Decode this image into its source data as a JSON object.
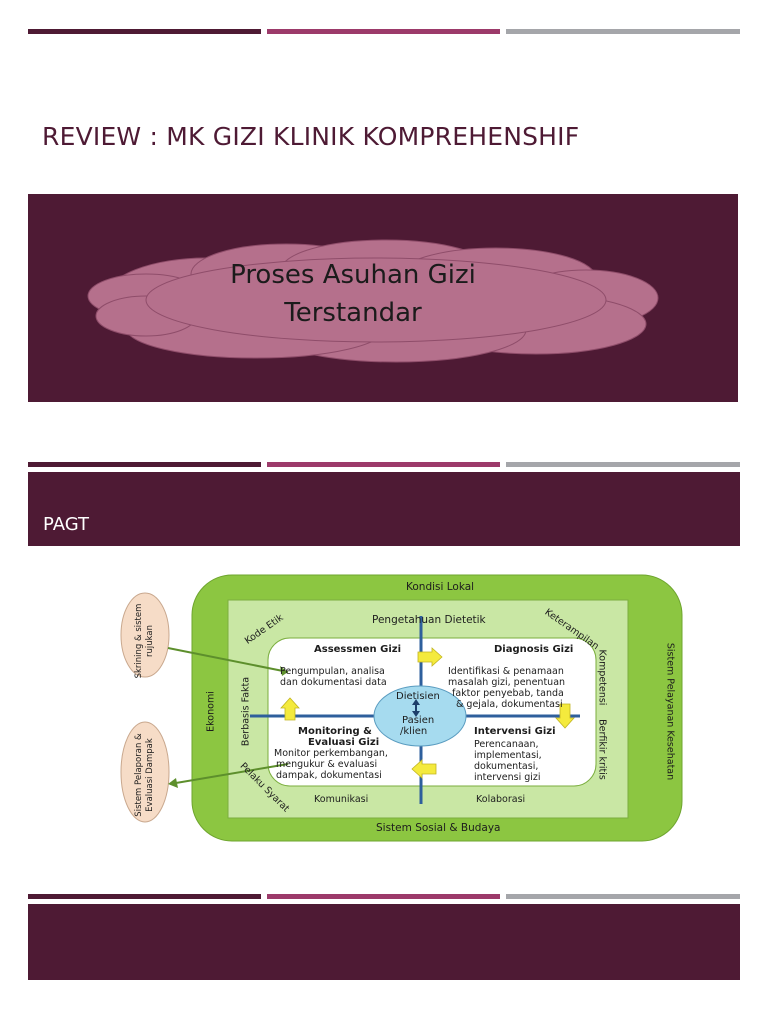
{
  "slide1": {
    "title": "REVIEW : MK GIZI KLINIK KOMPREHENSHIF",
    "cloud_line1": "Proses Asuhan Gizi",
    "cloud_line2": "Terstandar"
  },
  "slide2": {
    "section_title": "PAGT"
  },
  "diagram": {
    "outer_top": "Kondisi Lokal",
    "outer_bottom": "Sistem Sosial & Budaya",
    "outer_left": "Ekonomi",
    "outer_right": "Sistem Pelayanan Kesehatan",
    "inner_top": "Pengetahuan Dietetik",
    "inner_bottom_left": "Komunikasi",
    "inner_bottom_right": "Kolaborasi",
    "inner_left": "Berbasis Fakta",
    "inner_right_top": "Kompetensi",
    "inner_right_bottom": "Berfikir kritis",
    "corner_top_left": "Kode Etik",
    "corner_top_right": "Keterampilan",
    "corner_bottom_left": "Pelaku Syarat",
    "q1_title": "Assessmen Gizi",
    "q1_line1": "Pengumpulan, analisa",
    "q1_line2": "dan dokumentasi data",
    "q2_title": "Diagnosis Gizi",
    "q2_line1": "Identifikasi & penamaan",
    "q2_line2": "masalah gizi, penentuan",
    "q2_line3": "faktor penyebab, tanda",
    "q2_line4": "& gejala, dokumentasi",
    "q3_title1": "Monitoring &",
    "q3_title2": "Evaluasi Gizi",
    "q3_line1": "Monitor perkembangan,",
    "q3_line2": "mengukur & evaluasi",
    "q3_line3": "dampak, dokumentasi",
    "q4_title": "Intervensi Gizi",
    "q4_line1": "Perencanaan,",
    "q4_line2": "implementasi,",
    "q4_line3": "dokumentasi,",
    "q4_line4": "intervensi gizi",
    "center_top": "Dietisien",
    "center_bottom1": "Pasien",
    "center_bottom2": "/klien",
    "side_top": "Skrining & sistem rujukan",
    "side_bottom": "Sistem Pelaporan & Evaluasi Dampak"
  },
  "colors": {
    "maroon": "#4e1a34",
    "magenta": "#9c3a6a",
    "gray": "#a5a6aa",
    "cloud": "#b5708c",
    "green": "#8cc641",
    "light_green": "#c9e7a4",
    "center_ellipse": "#a6dbef",
    "arrow_yellow": "#f4ea3d",
    "side_oval": "#f6dcc7"
  }
}
